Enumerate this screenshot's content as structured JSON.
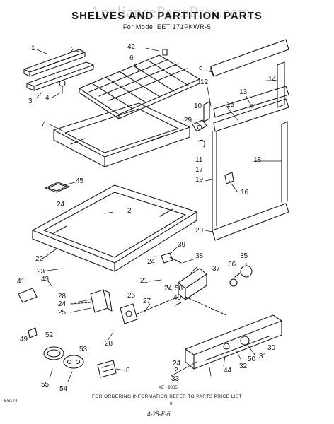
{
  "header": {
    "title": "SHELVES AND PARTITION PARTS",
    "subtitle": "For Model EET 171PKWR-5",
    "watermark": "AppliancePartsPros.com"
  },
  "footer": {
    "ordering_note": "FOR ORDERING INFORMATION REFER TO PARTS PRICE LIST",
    "page_number": "6",
    "handwritten_mark": "4-25-F-6",
    "side_code": "5/6L74",
    "diagram_code": "XE - 9065"
  },
  "callouts": [
    "1",
    "2",
    "3",
    "4",
    "42",
    "6",
    "7",
    "9",
    "12",
    "14",
    "13",
    "10",
    "15",
    "29",
    "11",
    "17",
    "18",
    "19",
    "16",
    "20",
    "45",
    "24",
    "2",
    "22",
    "39",
    "38",
    "35",
    "36",
    "24",
    "37",
    "21",
    "23",
    "43",
    "41",
    "28",
    "24",
    "25",
    "26",
    "27",
    "24",
    "58",
    "40",
    "49",
    "28",
    "30",
    "31",
    "50",
    "32",
    "44",
    "52",
    "53",
    "55",
    "54",
    "8",
    "24",
    "2",
    "33"
  ],
  "colors": {
    "ink": "#1a1a1a",
    "paper": "#ffffff"
  }
}
